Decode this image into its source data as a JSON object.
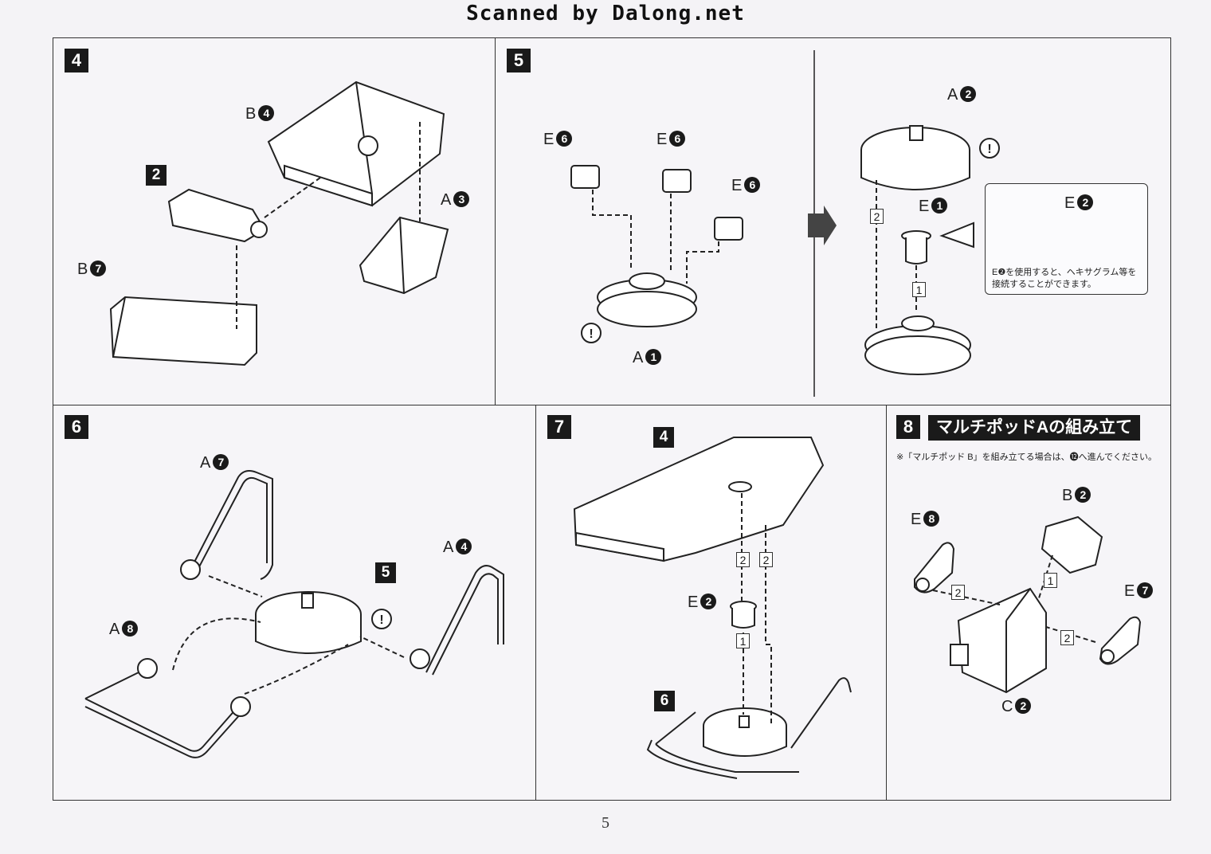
{
  "header": {
    "scanner_credit": "Scanned by Dalong.net"
  },
  "page": {
    "number": "5"
  },
  "steps": {
    "s4": {
      "number": "4",
      "labels": {
        "b4": {
          "letter": "B",
          "num": "4"
        },
        "two": "2",
        "a3": {
          "letter": "A",
          "num": "3"
        },
        "b7": {
          "letter": "B",
          "num": "7"
        }
      }
    },
    "s5": {
      "number": "5",
      "labels": {
        "e6a": {
          "letter": "E",
          "num": "6"
        },
        "e6b": {
          "letter": "E",
          "num": "6"
        },
        "e6c": {
          "letter": "E",
          "num": "6"
        },
        "a1": {
          "letter": "A",
          "num": "1"
        },
        "a2": {
          "letter": "A",
          "num": "2"
        },
        "e1": {
          "letter": "E",
          "num": "1"
        },
        "e2": {
          "letter": "E",
          "num": "2"
        },
        "seq1": "1",
        "seq2": "2"
      },
      "note": {
        "line1": "E❷を使用すると、ヘキサグラム等を",
        "line2": "接続することができます。"
      }
    },
    "s6": {
      "number": "6",
      "labels": {
        "a7": {
          "letter": "A",
          "num": "7"
        },
        "a4": {
          "letter": "A",
          "num": "4"
        },
        "a8": {
          "letter": "A",
          "num": "8"
        },
        "five": "5"
      }
    },
    "s7": {
      "number": "7",
      "labels": {
        "four": "4",
        "six": "6",
        "e2": {
          "letter": "E",
          "num": "2"
        },
        "seq1": "1",
        "seq2a": "2",
        "seq2b": "2"
      }
    },
    "s8": {
      "number": "8",
      "title": "マルチポッドAの組み立て",
      "note": "※「マルチポッド B」を組み立てる場合は、⓬へ進んでください。",
      "labels": {
        "e8": {
          "letter": "E",
          "num": "8"
        },
        "b2": {
          "letter": "B",
          "num": "2"
        },
        "e7": {
          "letter": "E",
          "num": "7"
        },
        "c2": {
          "letter": "C",
          "num": "2"
        },
        "seq1": "1",
        "seq2a": "2",
        "seq2b": "2"
      }
    }
  },
  "colors": {
    "ink": "#1a1a1a",
    "paper": "#f4f3f6"
  }
}
